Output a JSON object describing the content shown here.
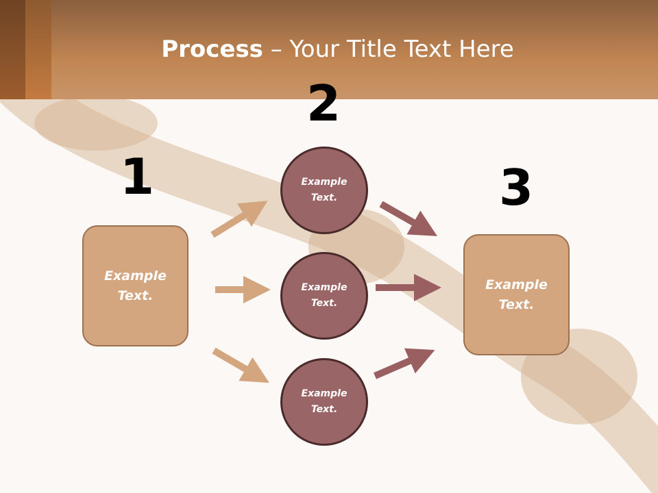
{
  "title": {
    "bold": "Process",
    "rest": " – Your Title Text Here"
  },
  "steps": [
    {
      "number": "1",
      "text": "Example Text."
    },
    {
      "number": "2",
      "items": [
        "Example Text.",
        "Example Text.",
        "Example Text."
      ]
    },
    {
      "number": "3",
      "text": "Example Text."
    }
  ],
  "colors": {
    "box": "#d4a67f",
    "circle": "#9a6566",
    "arrow_in": "#d4a67f",
    "arrow_out": "#9a5f60"
  }
}
